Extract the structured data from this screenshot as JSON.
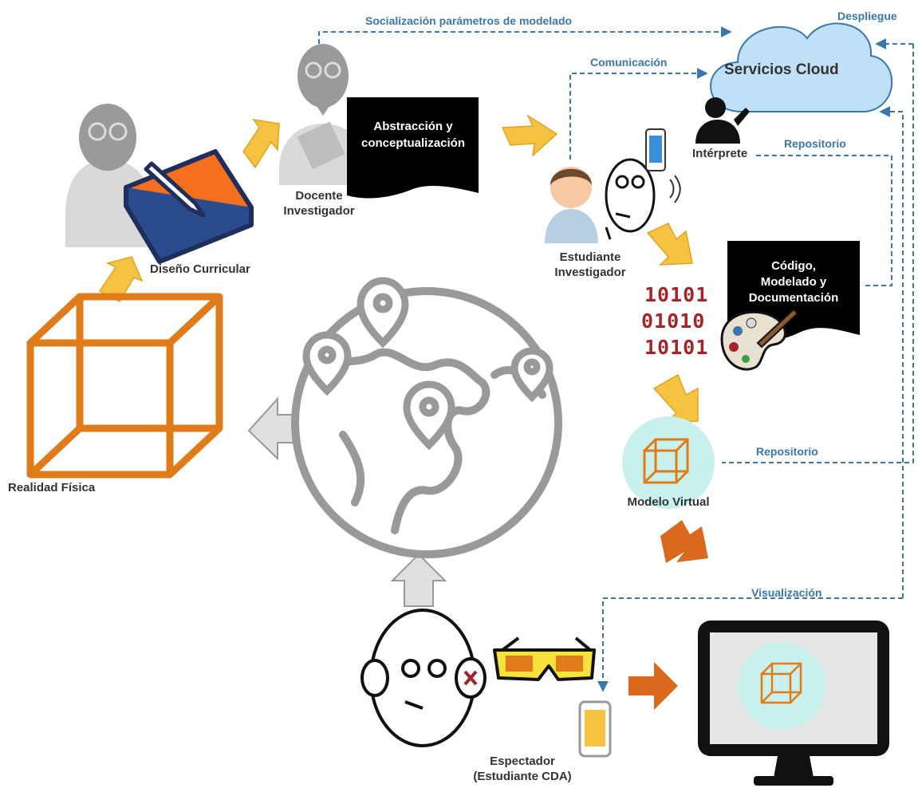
{
  "nodes": {
    "docente_investigador": "Docente\nInvestigador",
    "diseno_curricular": "Diseño Curricular",
    "realidad_fisica": "Realidad Física",
    "estudiante_investigador": "Estudiante\nInvestigador",
    "interprete": "Intérprete",
    "modelo_virtual": "Modelo Virtual",
    "espectador": "Espectador\n(Estudiante CDA)",
    "servicios_cloud": "Servicios Cloud"
  },
  "banners": {
    "abstraccion": "Abstracción y\nconceptualización",
    "codigo": "Código,\nModelado  y\nDocumentación"
  },
  "flows": {
    "socializacion": "Socialización parámetros de modelado",
    "despliegue": "Despliegue",
    "comunicacion": "Comunicación",
    "repositorio_top": "Repositorio",
    "repositorio_mid": "Repositorio",
    "visualizacion": "Visualización"
  },
  "binary": [
    "10101",
    "01010",
    "10101"
  ],
  "colors": {
    "flow_blue": "#3a77ad",
    "arrow_yellow": "#f5c242",
    "arrow_orange": "#d9691c",
    "cube_orange": "#e07b1a",
    "cloud_fill": "#bfe0f7",
    "banner_black": "#000000",
    "globe_gray": "#999999",
    "binary_red": "#a3252c"
  },
  "icons": [
    "person-glasses-icon",
    "book-pencil-icon",
    "cube-icon",
    "globe-icon",
    "location-pin-icon",
    "smartphone-icon",
    "3d-glasses-icon",
    "monitor-icon",
    "palette-icon",
    "cloud-icon",
    "student-icon",
    "face-icon"
  ]
}
